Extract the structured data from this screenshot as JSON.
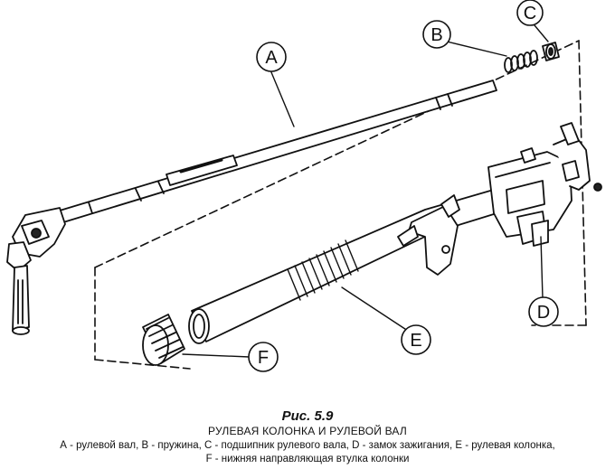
{
  "figure": {
    "number": "Рис. 5.9",
    "title": "РУЛЕВАЯ КОЛОНКА И РУЛЕВОЙ ВАЛ",
    "legend_line1": "А - рулевой вал, В - пружина, С - подшипник рулевого вала, D - замок зажигания, Е - рулевая колонка,",
    "legend_line2": "F - нижняя направляющая втулка колонки"
  },
  "callouts": {
    "a": "A",
    "b": "B",
    "c": "C",
    "d": "D",
    "e": "E",
    "f": "F"
  }
}
